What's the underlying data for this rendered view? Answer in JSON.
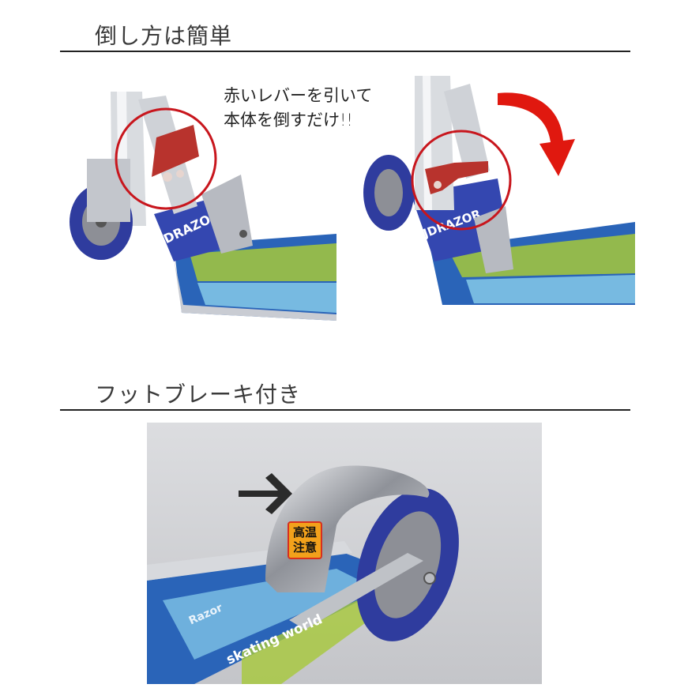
{
  "sections": [
    {
      "title": "倒し方は簡単"
    },
    {
      "title": "フットブレーキ付き"
    }
  ],
  "callout": {
    "line1": "赤いレバーを引いて",
    "line2": "本体を倒すだけ!!"
  },
  "sticker": {
    "line1": "高温",
    "line2": "注意"
  },
  "brand": {
    "logo_text": "JDRAZOR",
    "deck_slogan": "skating world",
    "deck_brand": "Razor"
  },
  "colors": {
    "lever_red": "#b8332d",
    "circle_red": "#c8161d",
    "arrow_red": "#e0180f",
    "wheel_blue": "#2f3c9e",
    "deck_blue": "#2a64b8",
    "deck_green": "#a6c83a",
    "dark_arrow": "#2b2b2b"
  },
  "icons": [
    "red-curved-arrow-icon",
    "dark-arrow-right-icon"
  ]
}
